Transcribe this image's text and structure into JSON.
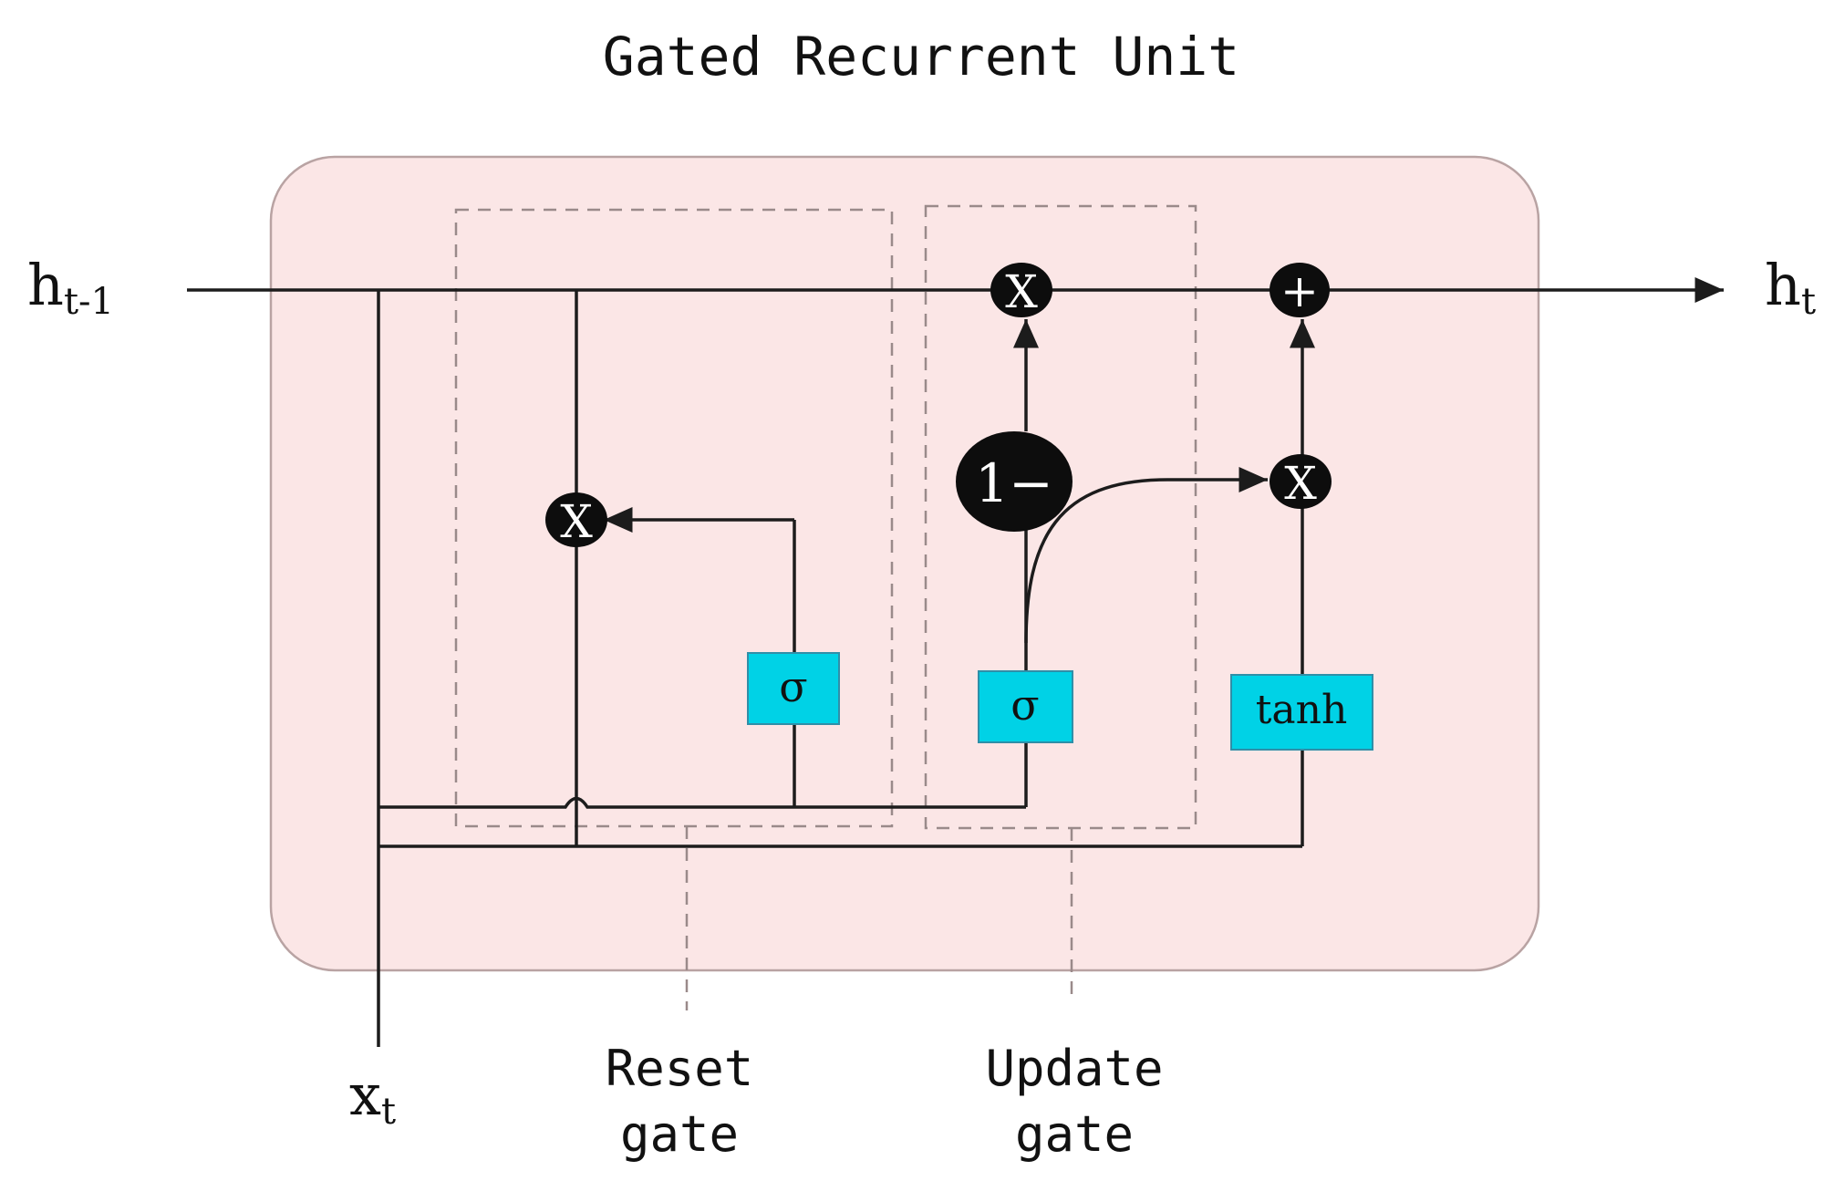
{
  "title": "Gated Recurrent Unit",
  "inputs": {
    "h_prev": {
      "base": "h",
      "sub": "t-1"
    },
    "x": {
      "base": "x",
      "sub": "t"
    }
  },
  "output": {
    "base": "h",
    "sub": "t"
  },
  "operators": {
    "multiply": "X",
    "add": "+",
    "one_minus": "1−"
  },
  "gates": {
    "reset_sigma": "σ",
    "update_sigma": "σ",
    "tanh": "tanh"
  },
  "labels": {
    "reset": [
      "Reset",
      "gate"
    ],
    "update": [
      "Update",
      "gate"
    ]
  },
  "colors": {
    "cell_fill": "#fbe6e6",
    "cell_stroke": "#b9a3a3",
    "gate_fill": "#00d2e6",
    "gate_stroke": "#2f8fa8",
    "node_fill": "#0d0d0d",
    "line": "#1c1c1c",
    "dash": "#9a8a8a"
  }
}
